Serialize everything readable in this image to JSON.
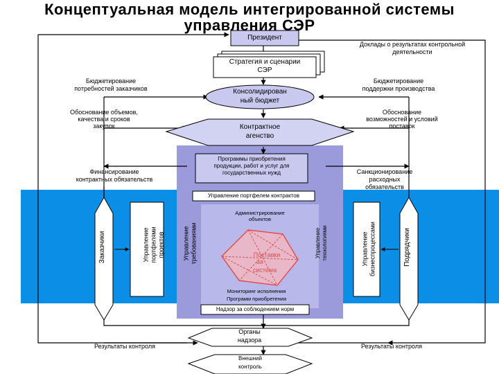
{
  "title": {
    "line1": "Концептуальная модель интегрированной системы",
    "line2": "управления СЭР"
  },
  "nodes": {
    "president": "Президент",
    "strategy_1": "Стратегия и сценарии",
    "strategy_2": "СЭР",
    "budget_1": "Консолидирован",
    "budget_2": "ный бюджет",
    "agency_1": "Контрактное",
    "agency_2": "агенство",
    "programs_1": "Программы приобретения",
    "programs_2": "продукции, работ и услуг для",
    "programs_3": "государственных нужд",
    "portfolio_contracts": "Управление портфелем контрактов",
    "admin_1": "Администрирование",
    "admin_2": "объектов",
    "monitoring_1": "Мониторинг исполнения",
    "monitoring_2": "Программ приобретения",
    "oversight": "Надзор за соблюдением норм",
    "organs_1": "Органы",
    "organs_2": "надзора",
    "external_1": "Внешний",
    "external_2": "контроль",
    "customers": "Заказчики",
    "contractors": "Подрядчики",
    "portfolio_projects_1": "Управление",
    "portfolio_projects_2": "портфелями",
    "portfolio_projects_3": "проектов",
    "requirements_1": "Управление",
    "requirements_2": "требованиями",
    "tech_1": "Управление",
    "tech_2": "технологиями",
    "bizproc_1": "Управление",
    "bizproc_2": "бизнеспроцессами",
    "center_1": "Поставки",
    "center_2": "ая",
    "center_3": "система"
  },
  "labels": {
    "reports_1": "Доклады о результатах контрольной",
    "reports_2": "деятельности",
    "budget_customers_1": "Бюджетирование",
    "budget_customers_2": "потребностей заказчиков",
    "budget_production_1": "Бюджетирование",
    "budget_production_2": "поддержки производства",
    "justify_volume_1": "Обоснование объемов,",
    "justify_volume_2": "качества и сроков",
    "justify_volume_3": "закупок",
    "justify_supply_1": "Обоснование",
    "justify_supply_2": "возможностей и условий",
    "justify_supply_3": "поставок",
    "financing_1": "Финансирование",
    "financing_2": "контрактных обязательств",
    "sanction_1": "Санкционирование",
    "sanction_2": "расходных",
    "sanction_3": "обязательств",
    "results_left": "Результаты контроля",
    "results_right": "Результаты контроля"
  },
  "colors": {
    "band_blue": "#0a8ee6",
    "panel_purple": "#9b9bdc",
    "box_lavender": "#c9c9f0",
    "diamond_lavender": "#d2d2f2",
    "red": "#e05050"
  }
}
